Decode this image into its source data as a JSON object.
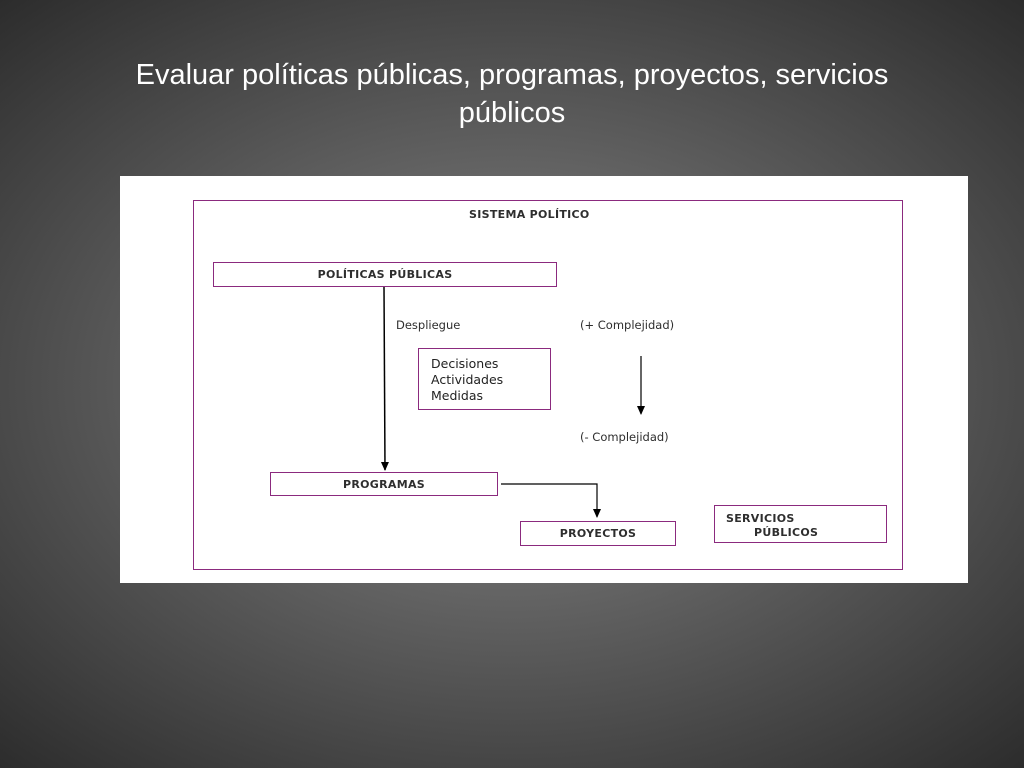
{
  "slide": {
    "title_line1": "Evaluar políticas públicas, programas, proyectos, servicios",
    "title_line2": "públicos"
  },
  "diagram": {
    "sistema_politico": "SISTEMA POLÍTICO",
    "politicas_publicas": "POLÍTICAS PÚBLICAS",
    "despliegue": "Despliegue",
    "mas_complejidad": "(+ Complejidad)",
    "menos_complejidad": "(- Complejidad)",
    "decisiones": [
      "Decisiones",
      "Actividades",
      "Medidas"
    ],
    "programas": "PROGRAMAS",
    "proyectos": "PROYECTOS",
    "servicios_line1": "SERVICIOS",
    "servicios_line2": "PÚBLICOS"
  },
  "colors": {
    "box_border": "#8b2a7e",
    "background": "#5e5e5e",
    "arrow": "#000000"
  }
}
